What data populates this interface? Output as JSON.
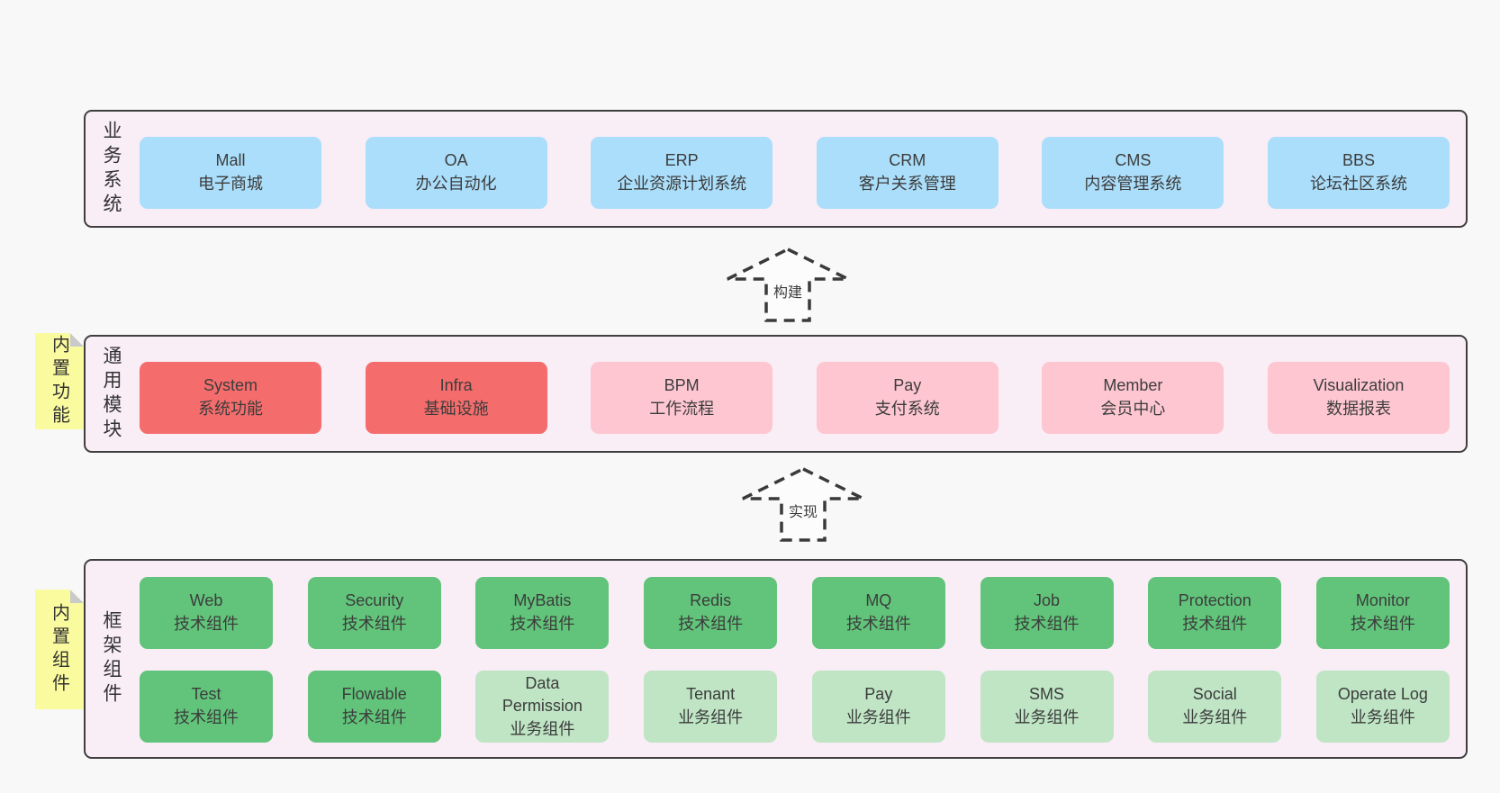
{
  "colors": {
    "pageBg": "#f8f8f8",
    "panelBg": "#f9edf6",
    "blue": "#abdefa",
    "red": "#f56c6c",
    "pink": "#fdc6d1",
    "green": "#61c47a",
    "greenLight": "#bfe5c5",
    "yellow": "#fafa9e",
    "foldGray": "#c9c9c9"
  },
  "sections": {
    "business": {
      "label": "业务系统",
      "items": [
        {
          "en": "Mall",
          "zh": "电子商城"
        },
        {
          "en": "OA",
          "zh": "办公自动化"
        },
        {
          "en": "ERP",
          "zh": "企业资源计划系统"
        },
        {
          "en": "CRM",
          "zh": "客户关系管理"
        },
        {
          "en": "CMS",
          "zh": "内容管理系统"
        },
        {
          "en": "BBS",
          "zh": "论坛社区系统"
        }
      ]
    },
    "modules": {
      "label": "通用模块",
      "tab": "内置功能",
      "items": [
        {
          "en": "System",
          "zh": "系统功能"
        },
        {
          "en": "Infra",
          "zh": "基础设施"
        },
        {
          "en": "BPM",
          "zh": "工作流程"
        },
        {
          "en": "Pay",
          "zh": "支付系统"
        },
        {
          "en": "Member",
          "zh": "会员中心"
        },
        {
          "en": "Visualization",
          "zh": "数据报表"
        }
      ]
    },
    "components": {
      "label": "框架组件",
      "tab": "内置组件",
      "row1": [
        {
          "en": "Web",
          "zh": "技术组件"
        },
        {
          "en": "Security",
          "zh": "技术组件"
        },
        {
          "en": "MyBatis",
          "zh": "技术组件"
        },
        {
          "en": "Redis",
          "zh": "技术组件"
        },
        {
          "en": "MQ",
          "zh": "技术组件"
        },
        {
          "en": "Job",
          "zh": "技术组件"
        },
        {
          "en": "Protection",
          "zh": "技术组件"
        },
        {
          "en": "Monitor",
          "zh": "技术组件"
        }
      ],
      "row2": [
        {
          "en": "Test",
          "zh": "技术组件"
        },
        {
          "en": "Flowable",
          "zh": "技术组件"
        },
        {
          "en": "Data Permission",
          "zh": "业务组件"
        },
        {
          "en": "Tenant",
          "zh": "业务组件"
        },
        {
          "en": "Pay",
          "zh": "业务组件"
        },
        {
          "en": "SMS",
          "zh": "业务组件"
        },
        {
          "en": "Social",
          "zh": "业务组件"
        },
        {
          "en": "Operate Log",
          "zh": "业务组件"
        }
      ]
    }
  },
  "arrows": [
    {
      "label": "构建"
    },
    {
      "label": "实现"
    }
  ]
}
